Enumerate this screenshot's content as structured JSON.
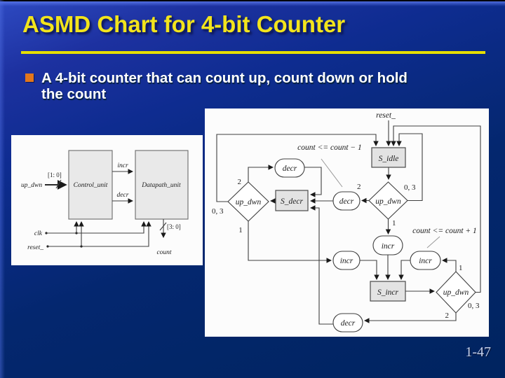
{
  "slide": {
    "title": "ASMD Chart for 4-bit Counter",
    "bullet": {
      "line1": "A 4-bit counter that can count up, count down or hold",
      "line2": "the count"
    },
    "page_number": "1-47"
  },
  "colors": {
    "background_top": "#2e4ac2",
    "background_bottom": "#00245f",
    "title_text": "#f2e41c",
    "rule": "#e6df00",
    "bullet_square": "#e2761c",
    "body_text": "#ffffff",
    "panel_background": "#fcfcfc",
    "state_box_fill": "#e3e3e3",
    "diagram_line": "#3f3f3f",
    "page_number": "#c6d0ec"
  },
  "block_diagram": {
    "up_dwn": "up_dwn",
    "bus_in": "[1: 0]",
    "control_unit": "Control_unit",
    "datapath_unit": "Datapath_unit",
    "incr": "incr",
    "decr": "decr",
    "clk": "clk",
    "reset": "reset_",
    "bus_out": "[3: 0]",
    "count": "count"
  },
  "asmd": {
    "reset": "reset_",
    "s_idle": "S_idle",
    "s_decr": "S_decr",
    "s_incr": "S_incr",
    "up_dwn": "up_dwn",
    "decr": "decr",
    "incr": "incr",
    "annotation_decrement": "count <= count − 1",
    "annotation_increment": "count <= count + 1",
    "label_0_3": "0, 3",
    "label_1": "1",
    "label_2": "2",
    "transitions": [
      "S_idle → S_idle when up_dwn = 0, 3",
      "S_idle → S_decr (decr) when up_dwn = 2",
      "S_idle → S_incr (incr) when up_dwn = 1",
      "S_decr → S_decr (decr) when up_dwn = 2",
      "S_decr → S_idle when up_dwn = 0, 3",
      "S_decr → S_incr (incr) when up_dwn = 1",
      "S_incr → S_incr (incr) when up_dwn = 1",
      "S_incr → S_idle when up_dwn = 0, 3",
      "S_incr → S_decr (decr) when up_dwn = 2"
    ]
  }
}
